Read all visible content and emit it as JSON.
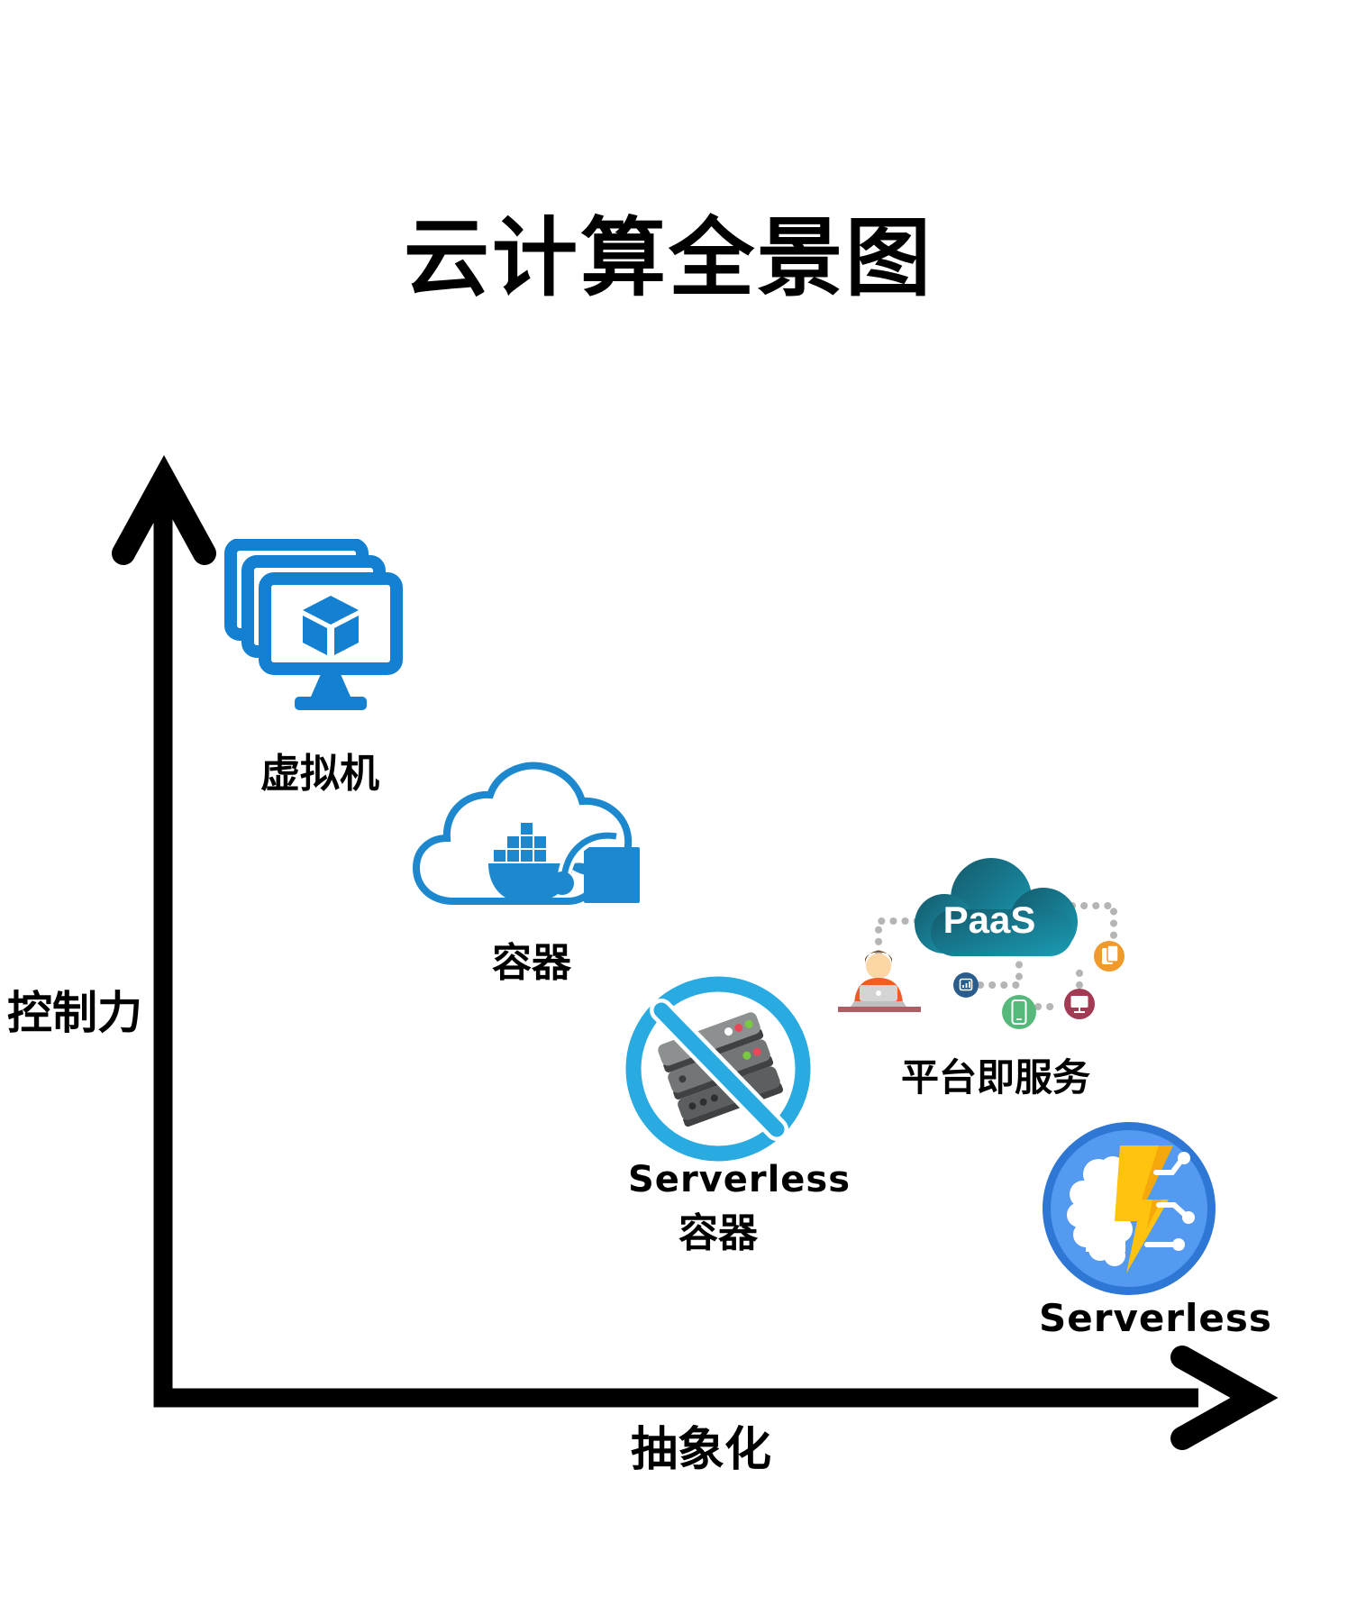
{
  "title": "云计算全景图",
  "axes": {
    "y_label": "控制力",
    "x_label": "抽象化"
  },
  "nodes": {
    "vm": {
      "label": "虚拟机"
    },
    "container": {
      "label": "容器"
    },
    "serverless_container": {
      "label_en": "Serverless",
      "label_zh": "容器"
    },
    "paas": {
      "cloud_text": "PaaS",
      "label": "平台即服务"
    },
    "serverless": {
      "label": "Serverless"
    }
  },
  "colors": {
    "azure_blue": "#1380d2",
    "docker_blue": "#1e88ce",
    "prohibit_blue": "#29abe2",
    "paas_teal_dark": "#15596b",
    "paas_teal_light": "#1a9cb4",
    "serverless_ring": "#2e77d4",
    "serverless_fill": "#539af0",
    "bolt_yellow": "#ffc20e",
    "axis_black": "#000000"
  }
}
